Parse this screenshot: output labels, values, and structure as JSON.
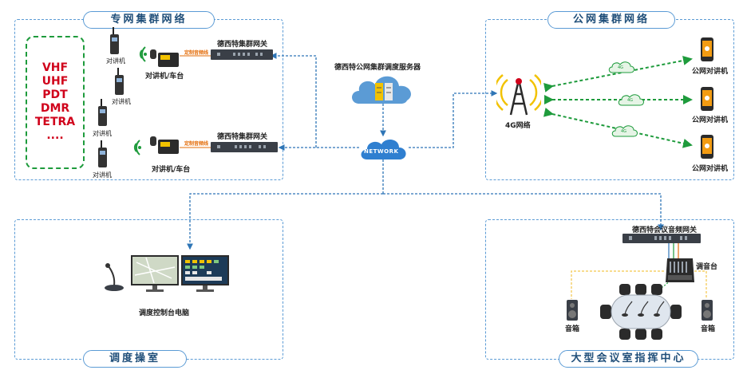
{
  "titles": {
    "private_network": "专网集群网络",
    "public_network": "公网集群网络",
    "dispatch_room": "调度操室",
    "conference_center": "大型会议室指挥中心"
  },
  "standards": [
    "VHF",
    "UHF",
    "PDT",
    "DMR",
    "TETRA",
    "...."
  ],
  "private": {
    "handheld_label": "对讲机",
    "vehicle_label": "对讲机/车台",
    "gateway_label": "德西特集群网关",
    "link_tag": "定制音频线"
  },
  "server_label": "德西特公网集群调度服务器",
  "network_label": "NETWORK",
  "public": {
    "base_station_label": "4G网络",
    "terminal_label": "公网对讲机",
    "cloud_tag": "4G"
  },
  "dispatch": {
    "console_label": "调度控制台电脑"
  },
  "conference": {
    "gateway_label": "德西特会议音频网关",
    "mixer_label": "调音台",
    "speaker_label": "音箱"
  },
  "colors": {
    "panel_border": "#5b9bd5",
    "title_text": "#1f4e79",
    "standards_text": "#d0021b",
    "standards_border": "#1e9b3c",
    "green_link": "#1e9b3c",
    "blue_link": "#2e75b6"
  }
}
